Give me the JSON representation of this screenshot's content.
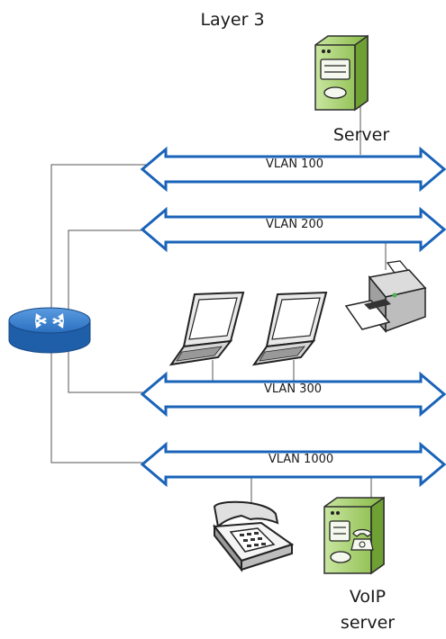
{
  "title": "Layer 3",
  "server_label": "Server",
  "voip_label_line1": "VoIP",
  "voip_label_line2": "server",
  "vlans": [
    {
      "label": "VLAN 100"
    },
    {
      "label": "VLAN 200"
    },
    {
      "label": "VLAN 300"
    },
    {
      "label": "VLAN 1000"
    }
  ],
  "colors": {
    "bus_stroke": "#1a63b8",
    "bus_fill": "#ffffff",
    "router": "#2a6fc0",
    "server_green": "#9ccc58",
    "device_gray": "#3a3a3a"
  }
}
